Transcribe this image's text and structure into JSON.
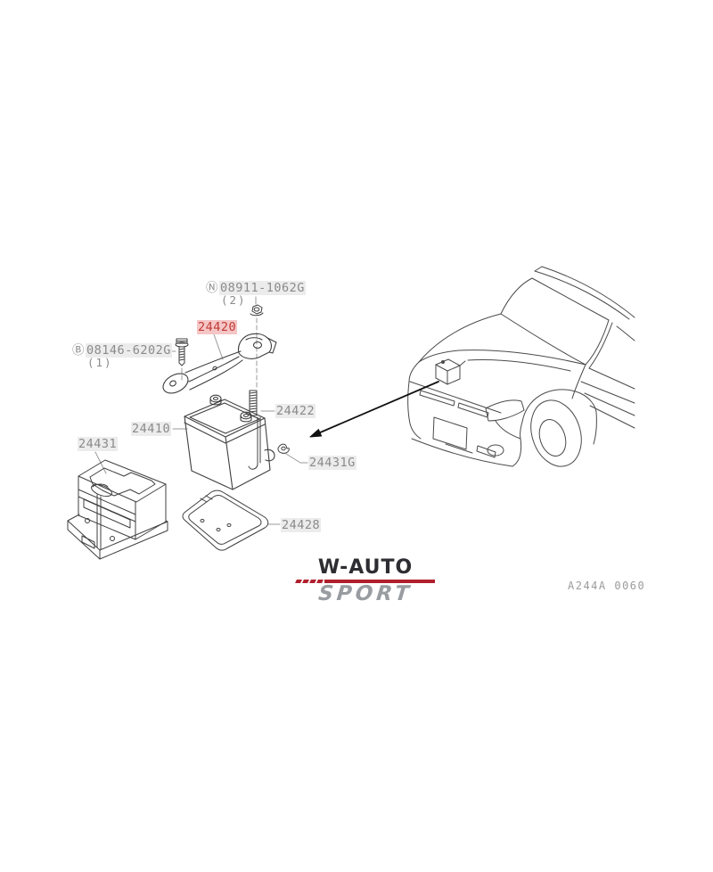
{
  "sheet_code": "A244A 0060",
  "watermark": {
    "name": "W-AUTO",
    "sub": "SPORT"
  },
  "parts": {
    "nut": {
      "symbol": "Ⓝ",
      "code": "08911-1062G",
      "qty": "(2)",
      "highlighted": false
    },
    "bracket": {
      "code": "24420",
      "highlighted": true
    },
    "bolt": {
      "symbol": "Ⓑ",
      "code": "08146-6202G",
      "qty": "(1)",
      "highlighted": false
    },
    "rod": {
      "code": "24422",
      "highlighted": false
    },
    "battery": {
      "code": "24410",
      "highlighted": false
    },
    "clip": {
      "code": "24431G",
      "highlighted": false
    },
    "cover": {
      "code": "24431",
      "highlighted": false
    },
    "tray": {
      "code": "24428",
      "highlighted": false
    }
  },
  "colors": {
    "label_text": "#8a8a8a",
    "label_bg": "#ececec",
    "highlight_text": "#c23a36",
    "highlight_bg": "#f5c6c6",
    "line": "#3f3f3f",
    "leader": "#9a9a9a",
    "arrow": "#111111",
    "logo_dark": "#2d2d32",
    "logo_red": "#b01f2c",
    "logo_gray": "#999da1"
  }
}
